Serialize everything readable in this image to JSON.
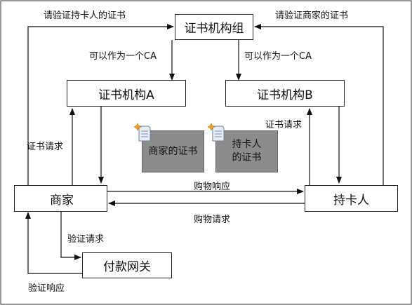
{
  "nodes": {
    "cert_group": "证书机构组",
    "ca_a": "证书机构A",
    "ca_b": "证书机构B",
    "merchant": "商家",
    "cardholder": "持卡人",
    "payment_gateway": "付款网关"
  },
  "certificates": {
    "merchant_cert": "商家的证书",
    "cardholder_cert_line1": "持卡人",
    "cardholder_cert_line2": "的证书"
  },
  "edges": {
    "verify_cardholder_cert": "请验证持卡人的证书",
    "verify_merchant_cert": "请验证商家的证书",
    "as_ca_left": "可以作为一个CA",
    "as_ca_right": "可以作为一个CA",
    "cert_request_left": "证书请求",
    "cert_request_right": "证书请求",
    "purchase_response": "购物响应",
    "purchase_request": "购物请求",
    "verify_request": "验证请求",
    "verify_response": "验证响应"
  },
  "icons": [
    "certificate-document-icon",
    "certificate-document-icon"
  ]
}
